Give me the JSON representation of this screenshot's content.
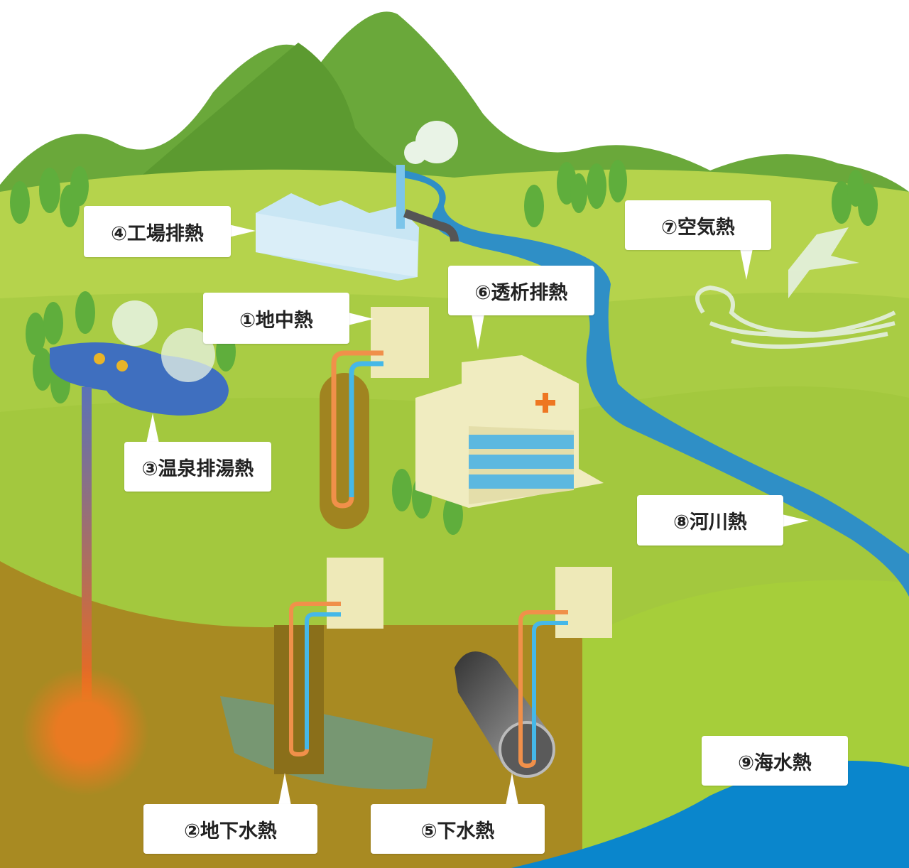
{
  "labels": {
    "ground": "①地中熱",
    "groundwater": "②地下水熱",
    "hot_spring": "③温泉排湯熱",
    "factory": "④工場排熱",
    "sewage": "⑤下水熱",
    "dialysis": "⑥透析排熱",
    "air": "⑦空気熱",
    "river": "⑧河川熱",
    "seawater": "⑨海水熱"
  },
  "colors": {
    "mountain": "#6aa83a",
    "field": "#a8cc45",
    "soil": "#a88a22",
    "river": "#2f8fc6",
    "sea": "#0a86cc",
    "hot_pipe": "#f0904a",
    "cold_pipe": "#45b8e8"
  }
}
